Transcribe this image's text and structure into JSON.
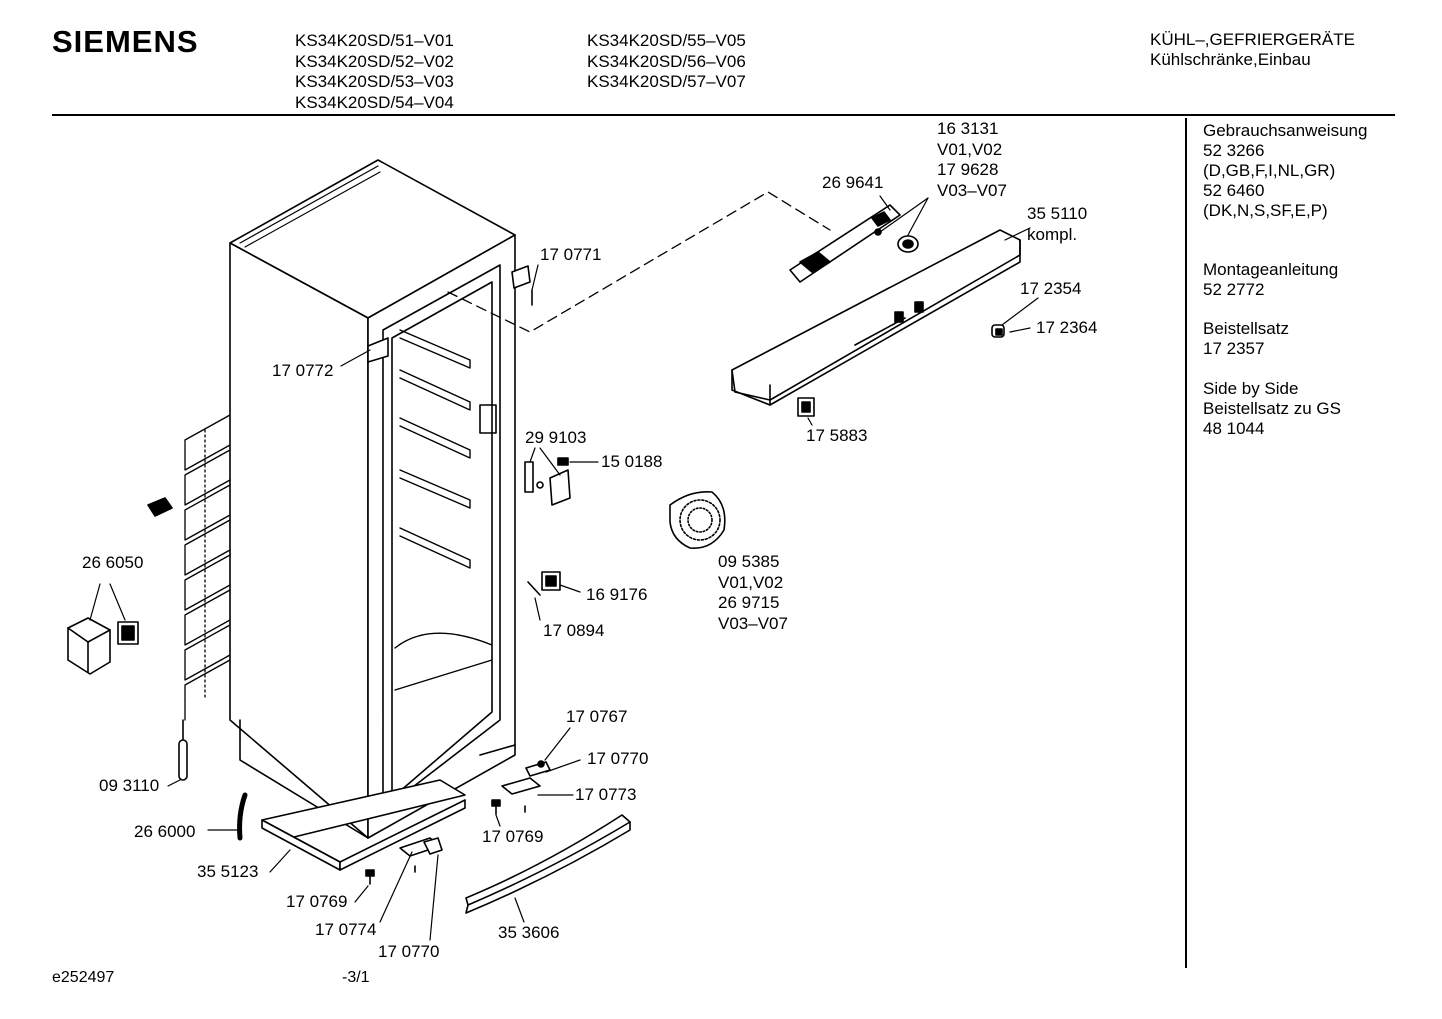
{
  "header": {
    "brand": "SIEMENS",
    "models_col1": [
      "KS34K20SD/51–V01",
      "KS34K20SD/52–V02",
      "KS34K20SD/53–V03",
      "KS34K20SD/54–V04"
    ],
    "models_col2": [
      "KS34K20SD/55–V05",
      "KS34K20SD/56–V06",
      "KS34K20SD/57–V07"
    ],
    "category": "KÜHL–,GEFRIERGERÄTE",
    "subcategory": "Kühlschränke,Einbau"
  },
  "sidebar": {
    "manual_title": "Gebrauchsanweisung",
    "manual_1_no": "52 3266",
    "manual_1_langs": "(D,GB,F,I,NL,GR)",
    "manual_2_no": "52 6460",
    "manual_2_langs": "(DK,N,S,SF,E,P)",
    "assembly_title": "Montageanleitung",
    "assembly_no": "52 2772",
    "kit_title": "Beistellsatz",
    "kit_no": "17 2357",
    "sbs_title": "Side by Side",
    "sbs_sub": "Beistellsatz zu GS",
    "sbs_no": "48 1044"
  },
  "parts": {
    "p163131": "16 3131",
    "v0102_a": "V01,V02",
    "p179628": "17 9628",
    "v0307_a": "V03–V07",
    "p269641": "26 9641",
    "p355110": "35 5110",
    "kompl": "kompl.",
    "p170771": "17 0771",
    "p172354": "17 2354",
    "p172364": "17 2364",
    "p170772": "17 0772",
    "p175883": "17 5883",
    "p299103": "29 9103",
    "p150188": "15 0188",
    "p266050": "26 6050",
    "p095385": "09 5385",
    "v0102_b": "V01,V02",
    "p269715": "26 9715",
    "v0307_b": "V03–V07",
    "p169176": "16 9176",
    "p170894": "17 0894",
    "p170767": "17 0767",
    "p170770_a": "17 0770",
    "p170773": "17 0773",
    "p093110": "09 3110",
    "p170769_a": "17 0769",
    "p266000": "26 6000",
    "p355123": "35 5123",
    "p170769_b": "17 0769",
    "p170774": "17 0774",
    "p353606": "35 3606",
    "p170770_b": "17 0770"
  },
  "footer": {
    "doc_id": "e252497",
    "page": "-3/1"
  }
}
